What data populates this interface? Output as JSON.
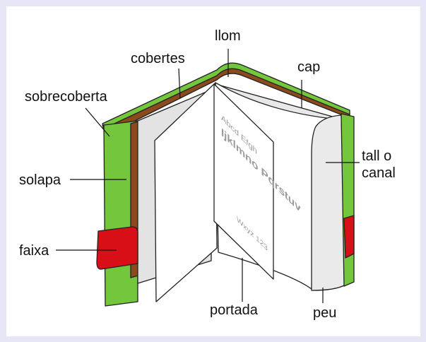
{
  "labels": {
    "llom": "llom",
    "cobertes": "cobertes",
    "cap": "cap",
    "sobrecoberta": "sobrecoberta",
    "solapa": "solapa",
    "faixa": "faixa",
    "tall_line1": "tall o",
    "tall_line2": "canal",
    "portada": "portada",
    "peu": "peu"
  },
  "title_page": {
    "line1": "Abcd Efgh",
    "line2": "Ijklmno Pqrstuv",
    "line3": "Wxyz 123"
  },
  "colors": {
    "jacket_green": "#74c63d",
    "band_red": "#d80f16",
    "board_brown": "#8a4a1e",
    "page_white": "#ffffff",
    "page_shade": "#e3e3e3",
    "outer_frame": "#e6e6f7"
  }
}
